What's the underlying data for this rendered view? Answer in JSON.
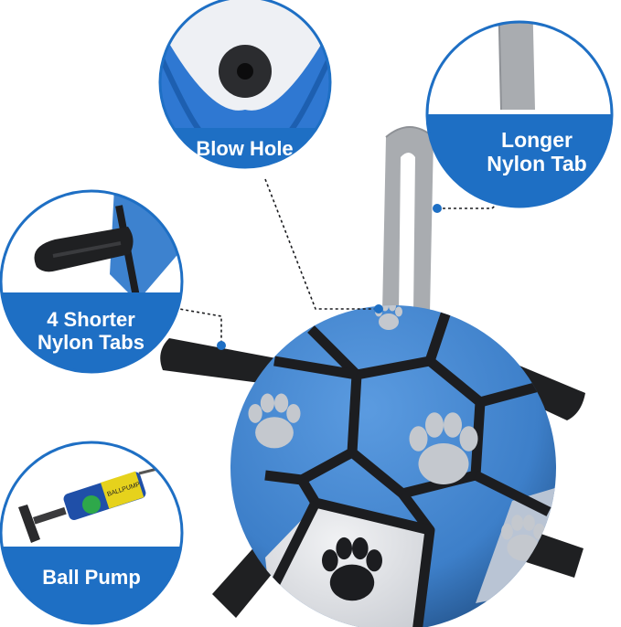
{
  "colors": {
    "accent_blue": "#1e6fc4",
    "ball_blue": "#3d82cf",
    "ball_dark": "#1c1d20",
    "ball_white": "#e4e6ea",
    "strap_black": "#1f2022",
    "tab_gray": "#a9acb0"
  },
  "callouts": {
    "blow_hole": "Blow Hole",
    "longer_tab_line1": "Longer",
    "longer_tab_line2": "Nylon Tab",
    "shorter_tabs_line1": "4 Shorter",
    "shorter_tabs_line2": "Nylon Tabs",
    "ball_pump": "Ball Pump"
  },
  "pump_brand": "BALLPUMP"
}
